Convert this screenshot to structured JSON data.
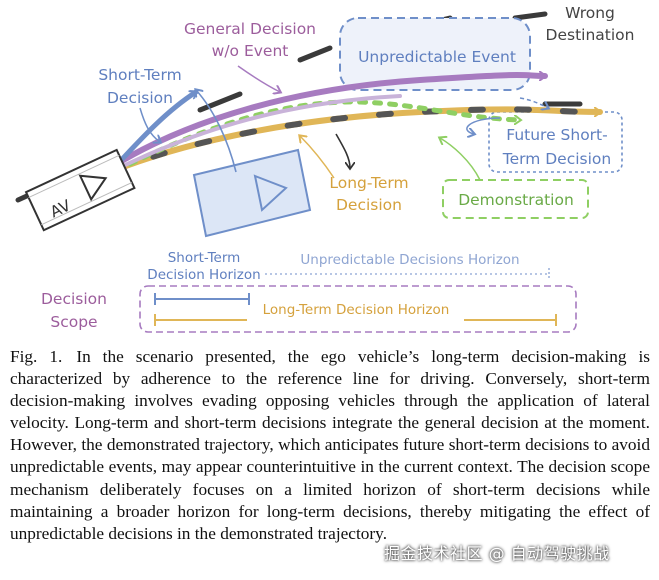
{
  "labels": {
    "general_decision_line1": "General Decision",
    "general_decision_line2": "w/o Event",
    "wrong_destination_line1": "Wrong",
    "wrong_destination_line2": "Destination",
    "unpredictable_event": "Unpredictable Event",
    "short_term_decision_line1": "Short-Term",
    "short_term_decision_line2": "Decision",
    "future_short_term_line1": "Future Short-",
    "future_short_term_line2": "Term Decision",
    "long_term_decision_line1": "Long-Term",
    "long_term_decision_line2": "Decision",
    "demonstration": "Demonstration",
    "av": "AV",
    "short_term_horizon_line1": "Short-Term",
    "short_term_horizon_line2": "Decision Horizon",
    "unpredictable_horizon": "Unpredictable Decisions Horizon",
    "decision_scope_line1": "Decision",
    "decision_scope_line2": "Scope",
    "long_term_horizon": "Long-Term Decision Horizon"
  },
  "caption": {
    "label": "Fig. 1.",
    "text": "In the scenario presented, the ego vehicle’s long-term decision-making is characterized by adherence to the reference line for driving. Conversely, short-term decision-making involves evading opposing vehicles through the application of lateral velocity. Long-term and short-term decisions integrate the general decision at the moment. However, the demonstrated trajectory, which anticipates future short-term decisions to avoid unpredictable events, may appear counterintuitive in the current context. The decision scope mechanism deliberately focuses on a limited horizon of short-term decisions while maintaining a broader horizon for long-term decisions, thereby mitigating the effect of unpredictable decisions in the demonstrated trajectory."
  },
  "watermark": "掘金技术社区 @ 自动驾驶挑战",
  "colors": {
    "purple": "#a77bc0",
    "purple_text": "#9c5d9c",
    "blue": "#6f8fc9",
    "blue_text": "#5f7fbf",
    "orange": "#e0b657",
    "orange_text": "#d5a13c",
    "green": "#8fcf63",
    "green_text": "#6aaa47",
    "dark": "#333333"
  }
}
